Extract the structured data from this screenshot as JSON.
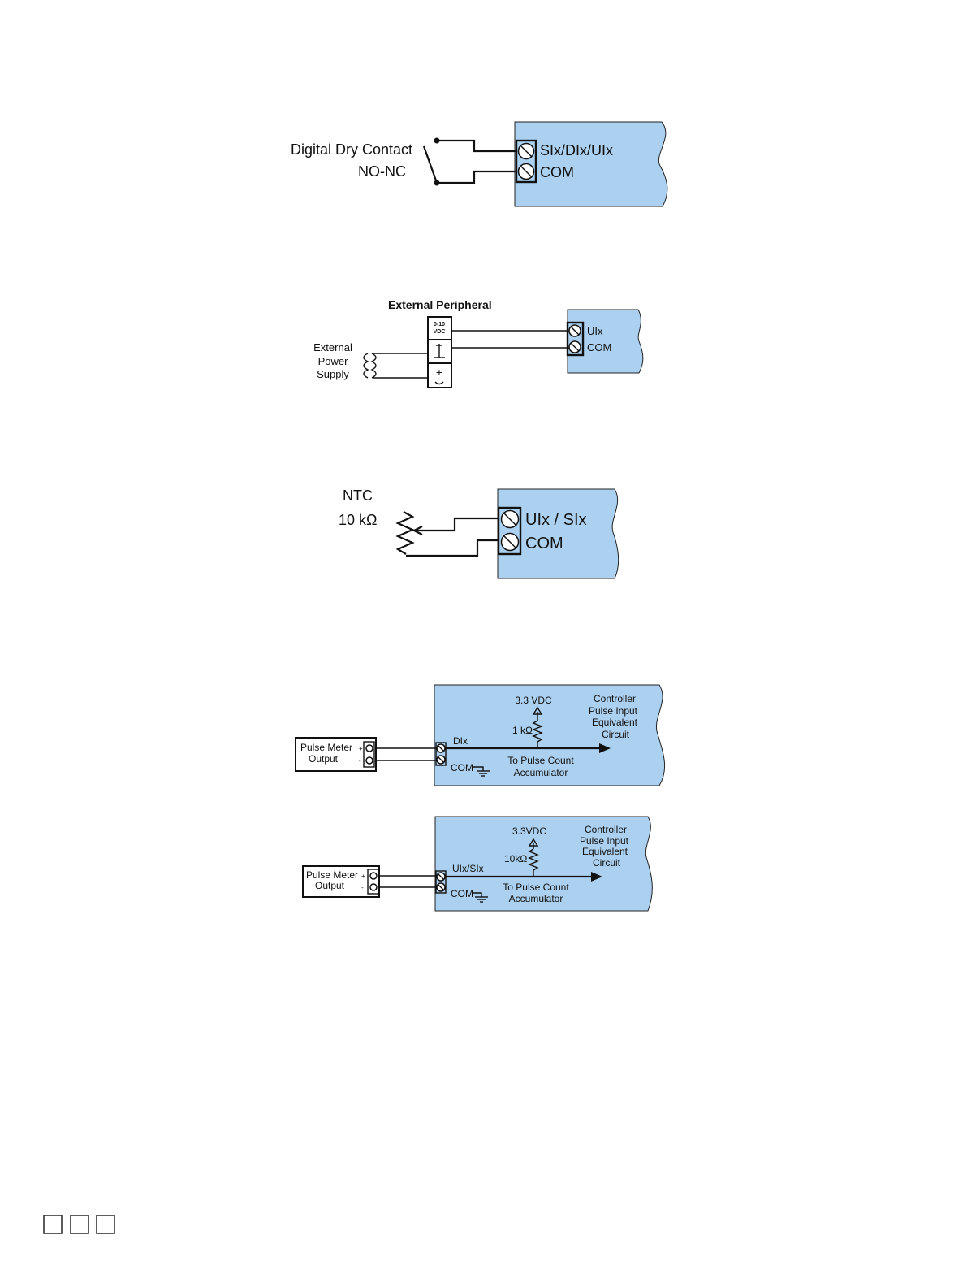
{
  "diagram1": {
    "label_line1": "Digital Dry Contact",
    "label_line2": "NO-NC",
    "terminal1": "SIx/DIx/UIx",
    "terminal2": "COM"
  },
  "diagram2": {
    "title": "External Peripheral",
    "peripheral_label": "0-10 VDC",
    "peripheral_label_line1": "0-10",
    "peripheral_label_line2": "VDC",
    "supply_line1": "External",
    "supply_line2": "Power",
    "supply_line3": "Supply",
    "terminal1": "UIx",
    "terminal2": "COM"
  },
  "diagram3": {
    "label_line1": "NTC",
    "label_line2": "10 kΩ",
    "terminal1": "UIx / SIx",
    "terminal2": "COM"
  },
  "diagram4": {
    "meter_line1": "Pulse Meter",
    "meter_line2": "Output",
    "voltage": "3.3 VDC",
    "resistor": "1 kΩ",
    "input": "DIx",
    "com": "COM",
    "accumulator_line1": "To Pulse Count",
    "accumulator_line2": "Accumulator",
    "circuit_line1": "Controller",
    "circuit_line2": "Pulse Input",
    "circuit_line3": "Equivalent",
    "circuit_line4": "Circuit"
  },
  "diagram5": {
    "meter_line1": "Pulse Meter",
    "meter_line2": "Output",
    "voltage": "3.3VDC",
    "resistor": "10kΩ",
    "input": "UIx/SIx",
    "com": "COM",
    "accumulator_line1": "To Pulse Count",
    "accumulator_line2": "Accumulator",
    "circuit_line1": "Controller",
    "circuit_line2": "Pulse Input",
    "circuit_line3": "Equivalent",
    "circuit_line4": "Circuit"
  },
  "page_icons": [
    "square-icon",
    "square-icon",
    "square-icon"
  ]
}
